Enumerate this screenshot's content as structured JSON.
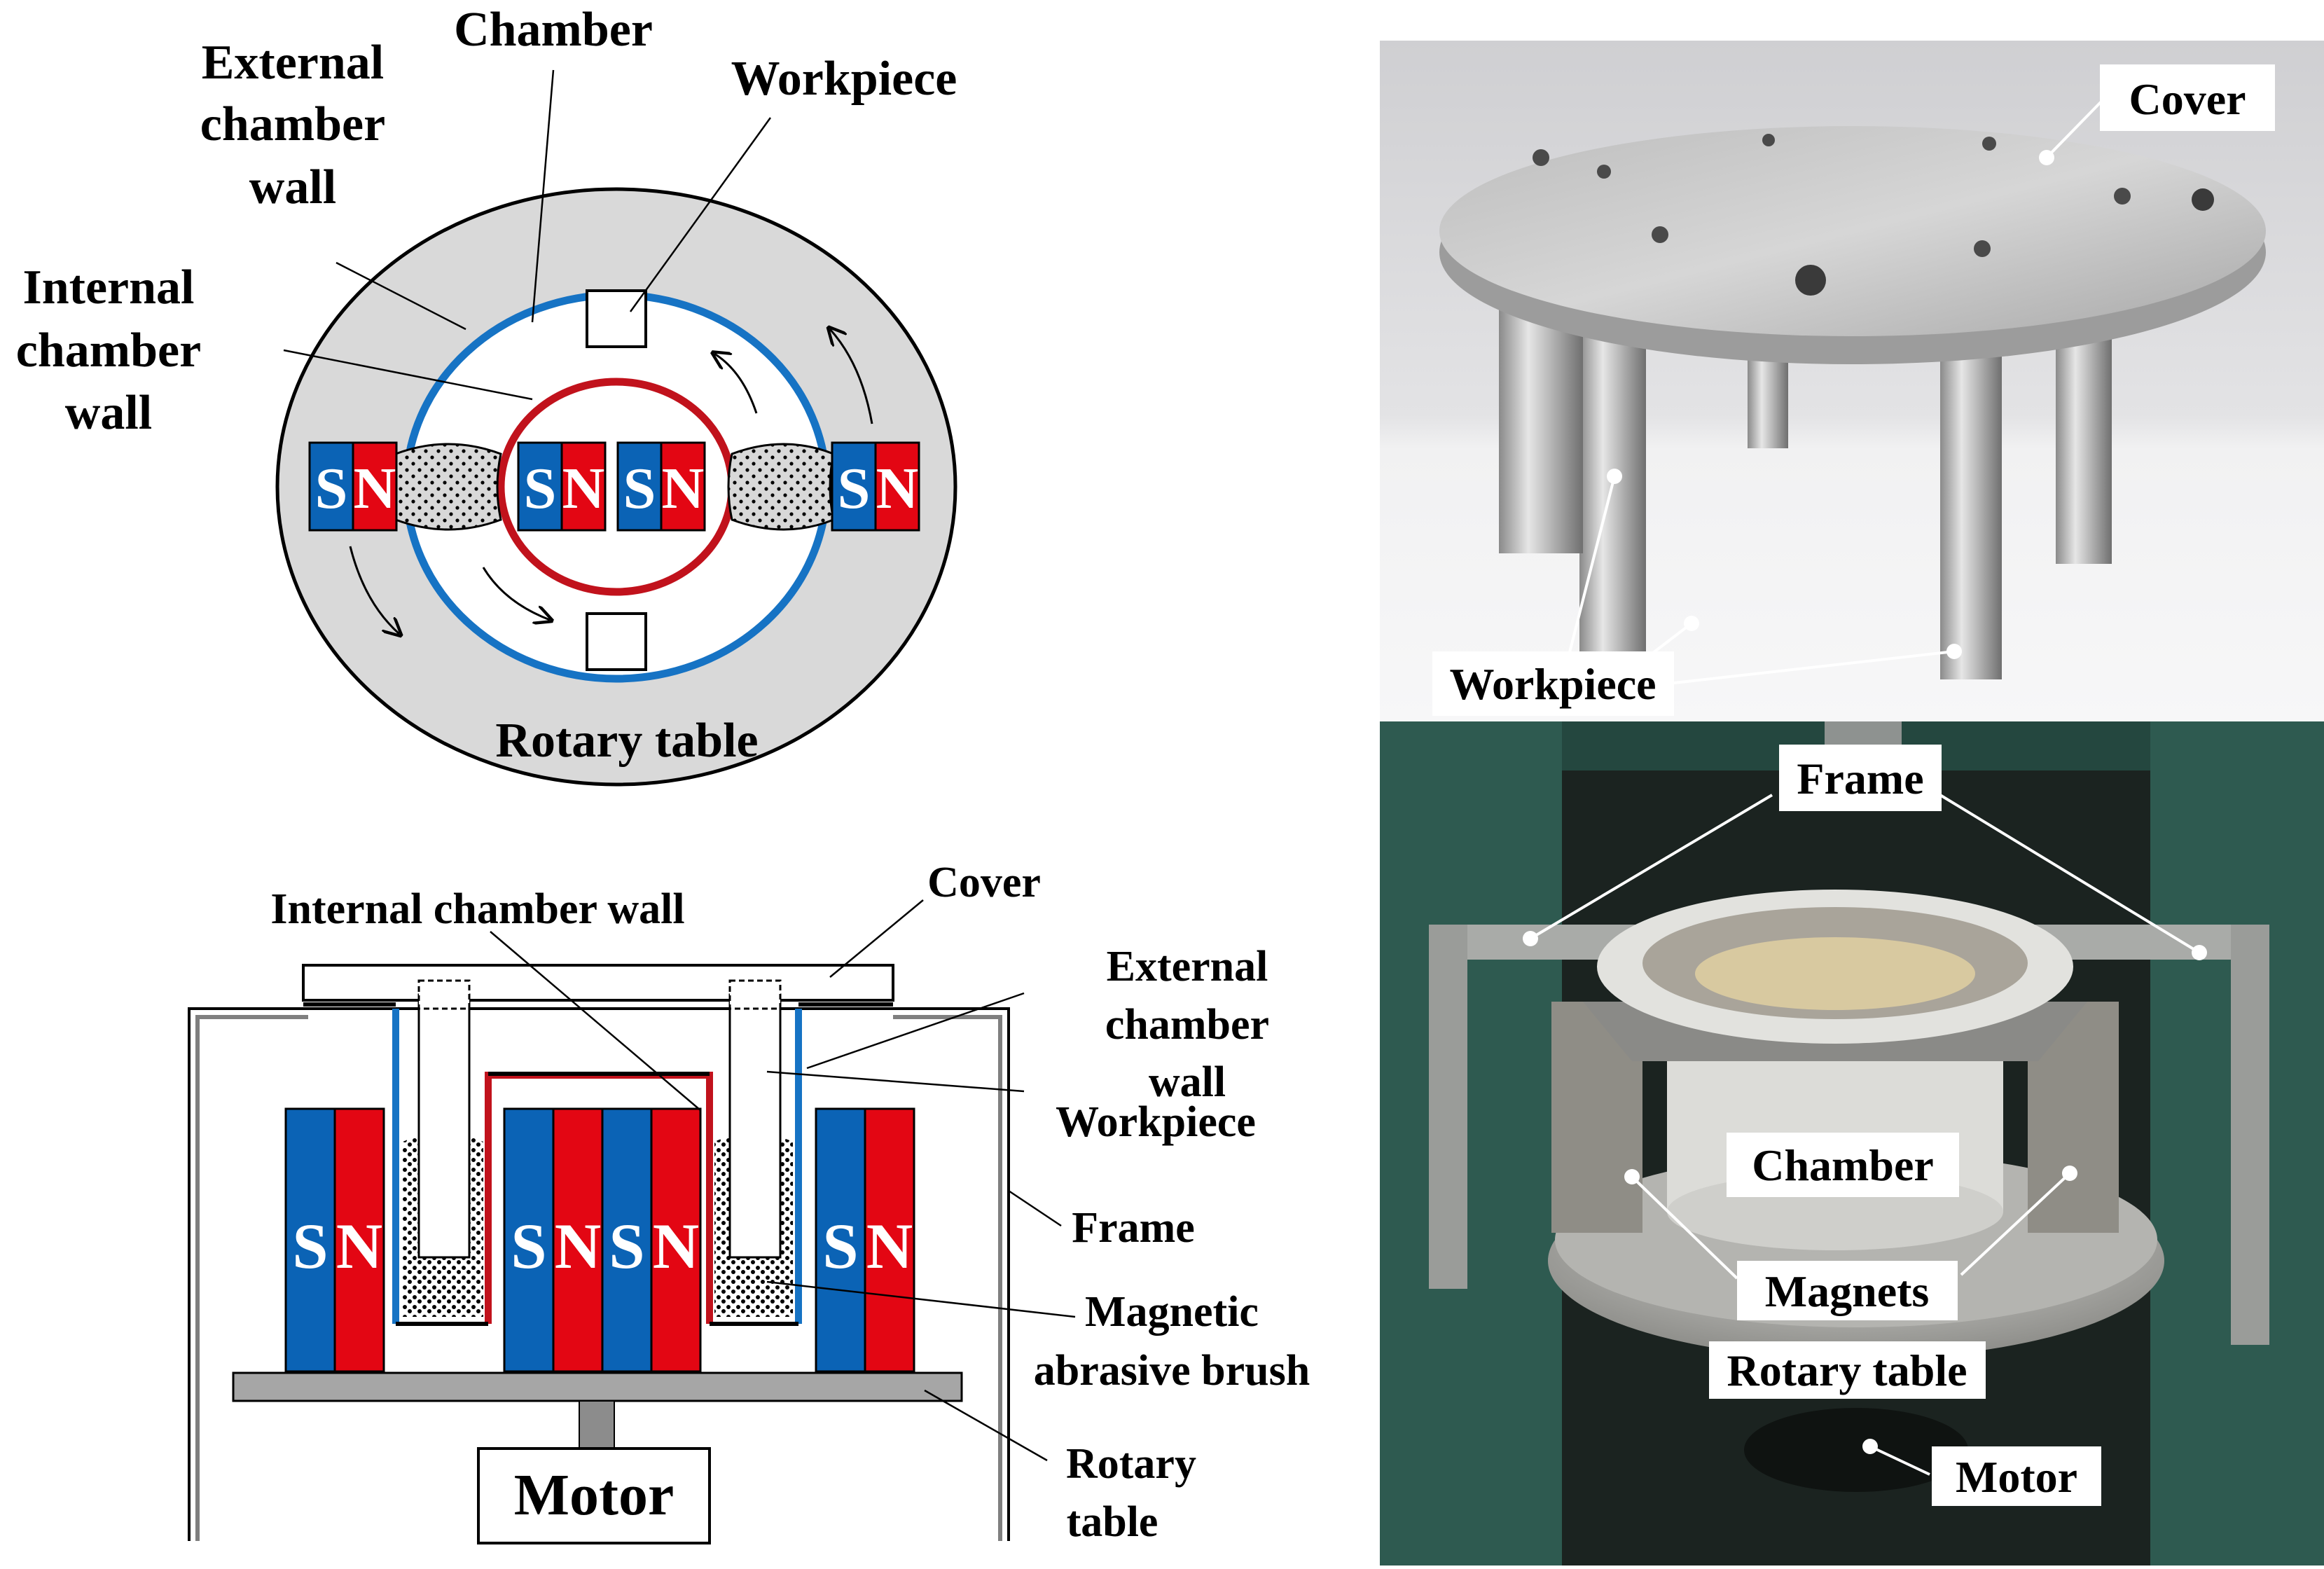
{
  "top_view": {
    "labels": {
      "chamber": "Chamber",
      "external_wall_l1": "External",
      "external_wall_l2": "chamber",
      "external_wall_l3": "wall",
      "internal_wall_l1": "Internal",
      "internal_wall_l2": "chamber",
      "internal_wall_l3": "wall",
      "workpiece": "Workpiece",
      "rotary_table": "Rotary table"
    },
    "magnet_s": "S",
    "magnet_n": "N"
  },
  "side_view": {
    "labels": {
      "cover": "Cover",
      "internal_wall": "Internal chamber wall",
      "external_wall_l1": "External",
      "external_wall_l2": "chamber",
      "external_wall_l3": "wall",
      "workpiece": "Workpiece",
      "frame": "Frame",
      "brush_l1": "Magnetic",
      "brush_l2": "abrasive brush",
      "rotary_l1": "Rotary",
      "rotary_l2": "table",
      "motor": "Motor"
    },
    "magnet_s": "S",
    "magnet_n": "N"
  },
  "photo_top": {
    "labels": {
      "cover": "Cover",
      "workpiece": "Workpiece"
    }
  },
  "photo_bottom": {
    "labels": {
      "frame": "Frame",
      "chamber": "Chamber",
      "magnets": "Magnets",
      "rotary_table": "Rotary table",
      "motor": "Motor"
    }
  },
  "colors": {
    "magnet_blue": "#0b63b5",
    "magnet_red": "#e30613",
    "external_wall": "#1673c4",
    "internal_wall": "#c1121c",
    "table_gray": "#d9d9d9",
    "photo_bg_top": "#dcdcde",
    "photo_bg_bottom": "#2f5a50"
  }
}
